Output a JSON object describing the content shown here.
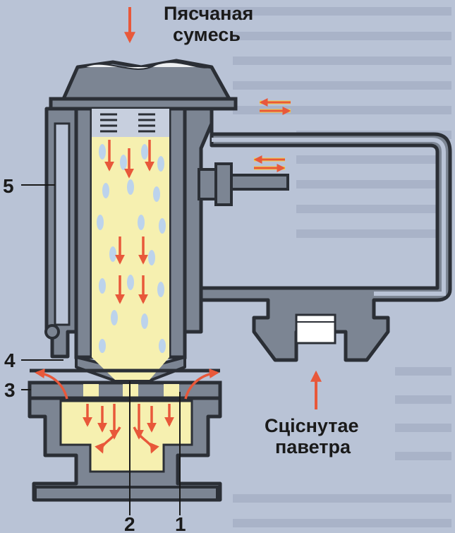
{
  "title_top": {
    "line1": "Пясчаная",
    "line2": "сумесь"
  },
  "title_bottom": {
    "line1": "Сціснутае",
    "line2": "паветра"
  },
  "part_labels": {
    "p1": "1",
    "p2": "2",
    "p3": "3",
    "p4": "4",
    "p5": "5"
  },
  "colors": {
    "background": "#b9c3d6",
    "metal": "#7c8593",
    "metal_dark": "#2b2f36",
    "sand": "#f6f0b0",
    "arrow": "#e8583a",
    "arrow_yellow": "#f3d24a",
    "text": "#1a1a1a"
  }
}
